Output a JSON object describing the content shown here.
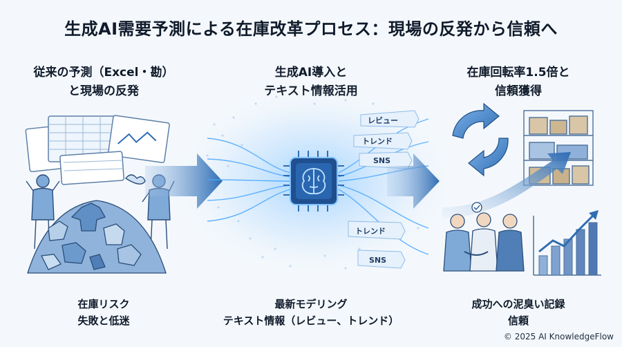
{
  "title": "生成AI需要予測による在庫改革プロセス：現場の反発から信頼へ",
  "phases": [
    {
      "title_line1": "従来の予測（Excel・勘）",
      "title_line2": "と現場の反発",
      "caption_line1": "在庫リスク",
      "caption_line2": "失敗と低迷"
    },
    {
      "title_line1": "生成AI導入と",
      "title_line2": "テキスト情報活用",
      "caption_line1": "最新モデリング",
      "caption_line2": "テキスト情報（レビュー、トレンド）"
    },
    {
      "title_line1": "在庫回転率1.5倍と",
      "title_line2": "信頼獲得",
      "caption_line1": "成功への泥臭い記録",
      "caption_line2": "信頼"
    }
  ],
  "stream_labels": [
    "レビュー",
    "トレンド",
    "SNS",
    "トレンド",
    "SNS"
  ],
  "colors": {
    "accent": "#2f6db3",
    "glow": "#4aa8ff",
    "arrow": "#3a73bd",
    "background": "#f4f8fc"
  },
  "icons": [
    "spreadsheet-icon",
    "clothes-pile-icon",
    "frustrated-person-icon",
    "ai-chip-icon",
    "brain-icon",
    "cycle-arrows-icon",
    "warehouse-shelf-icon",
    "growth-chart-icon",
    "handshake-team-icon"
  ],
  "footer": {
    "copyright": "© 2025 AI KnowledgeFlow"
  }
}
